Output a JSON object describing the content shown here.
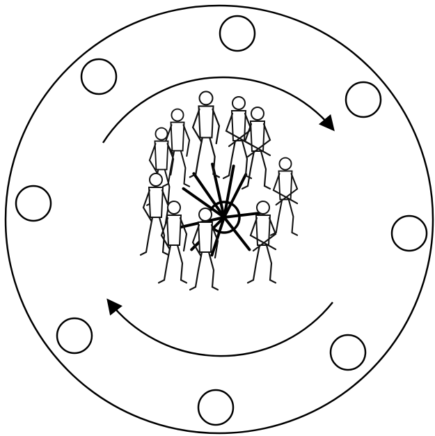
{
  "diagram": {
    "type": "circle-formation",
    "arrow_direction": "clockwise",
    "outer_marker_count": 8,
    "group_size": 10,
    "colors": {
      "line": "#000000",
      "background": "#ffffff"
    }
  }
}
